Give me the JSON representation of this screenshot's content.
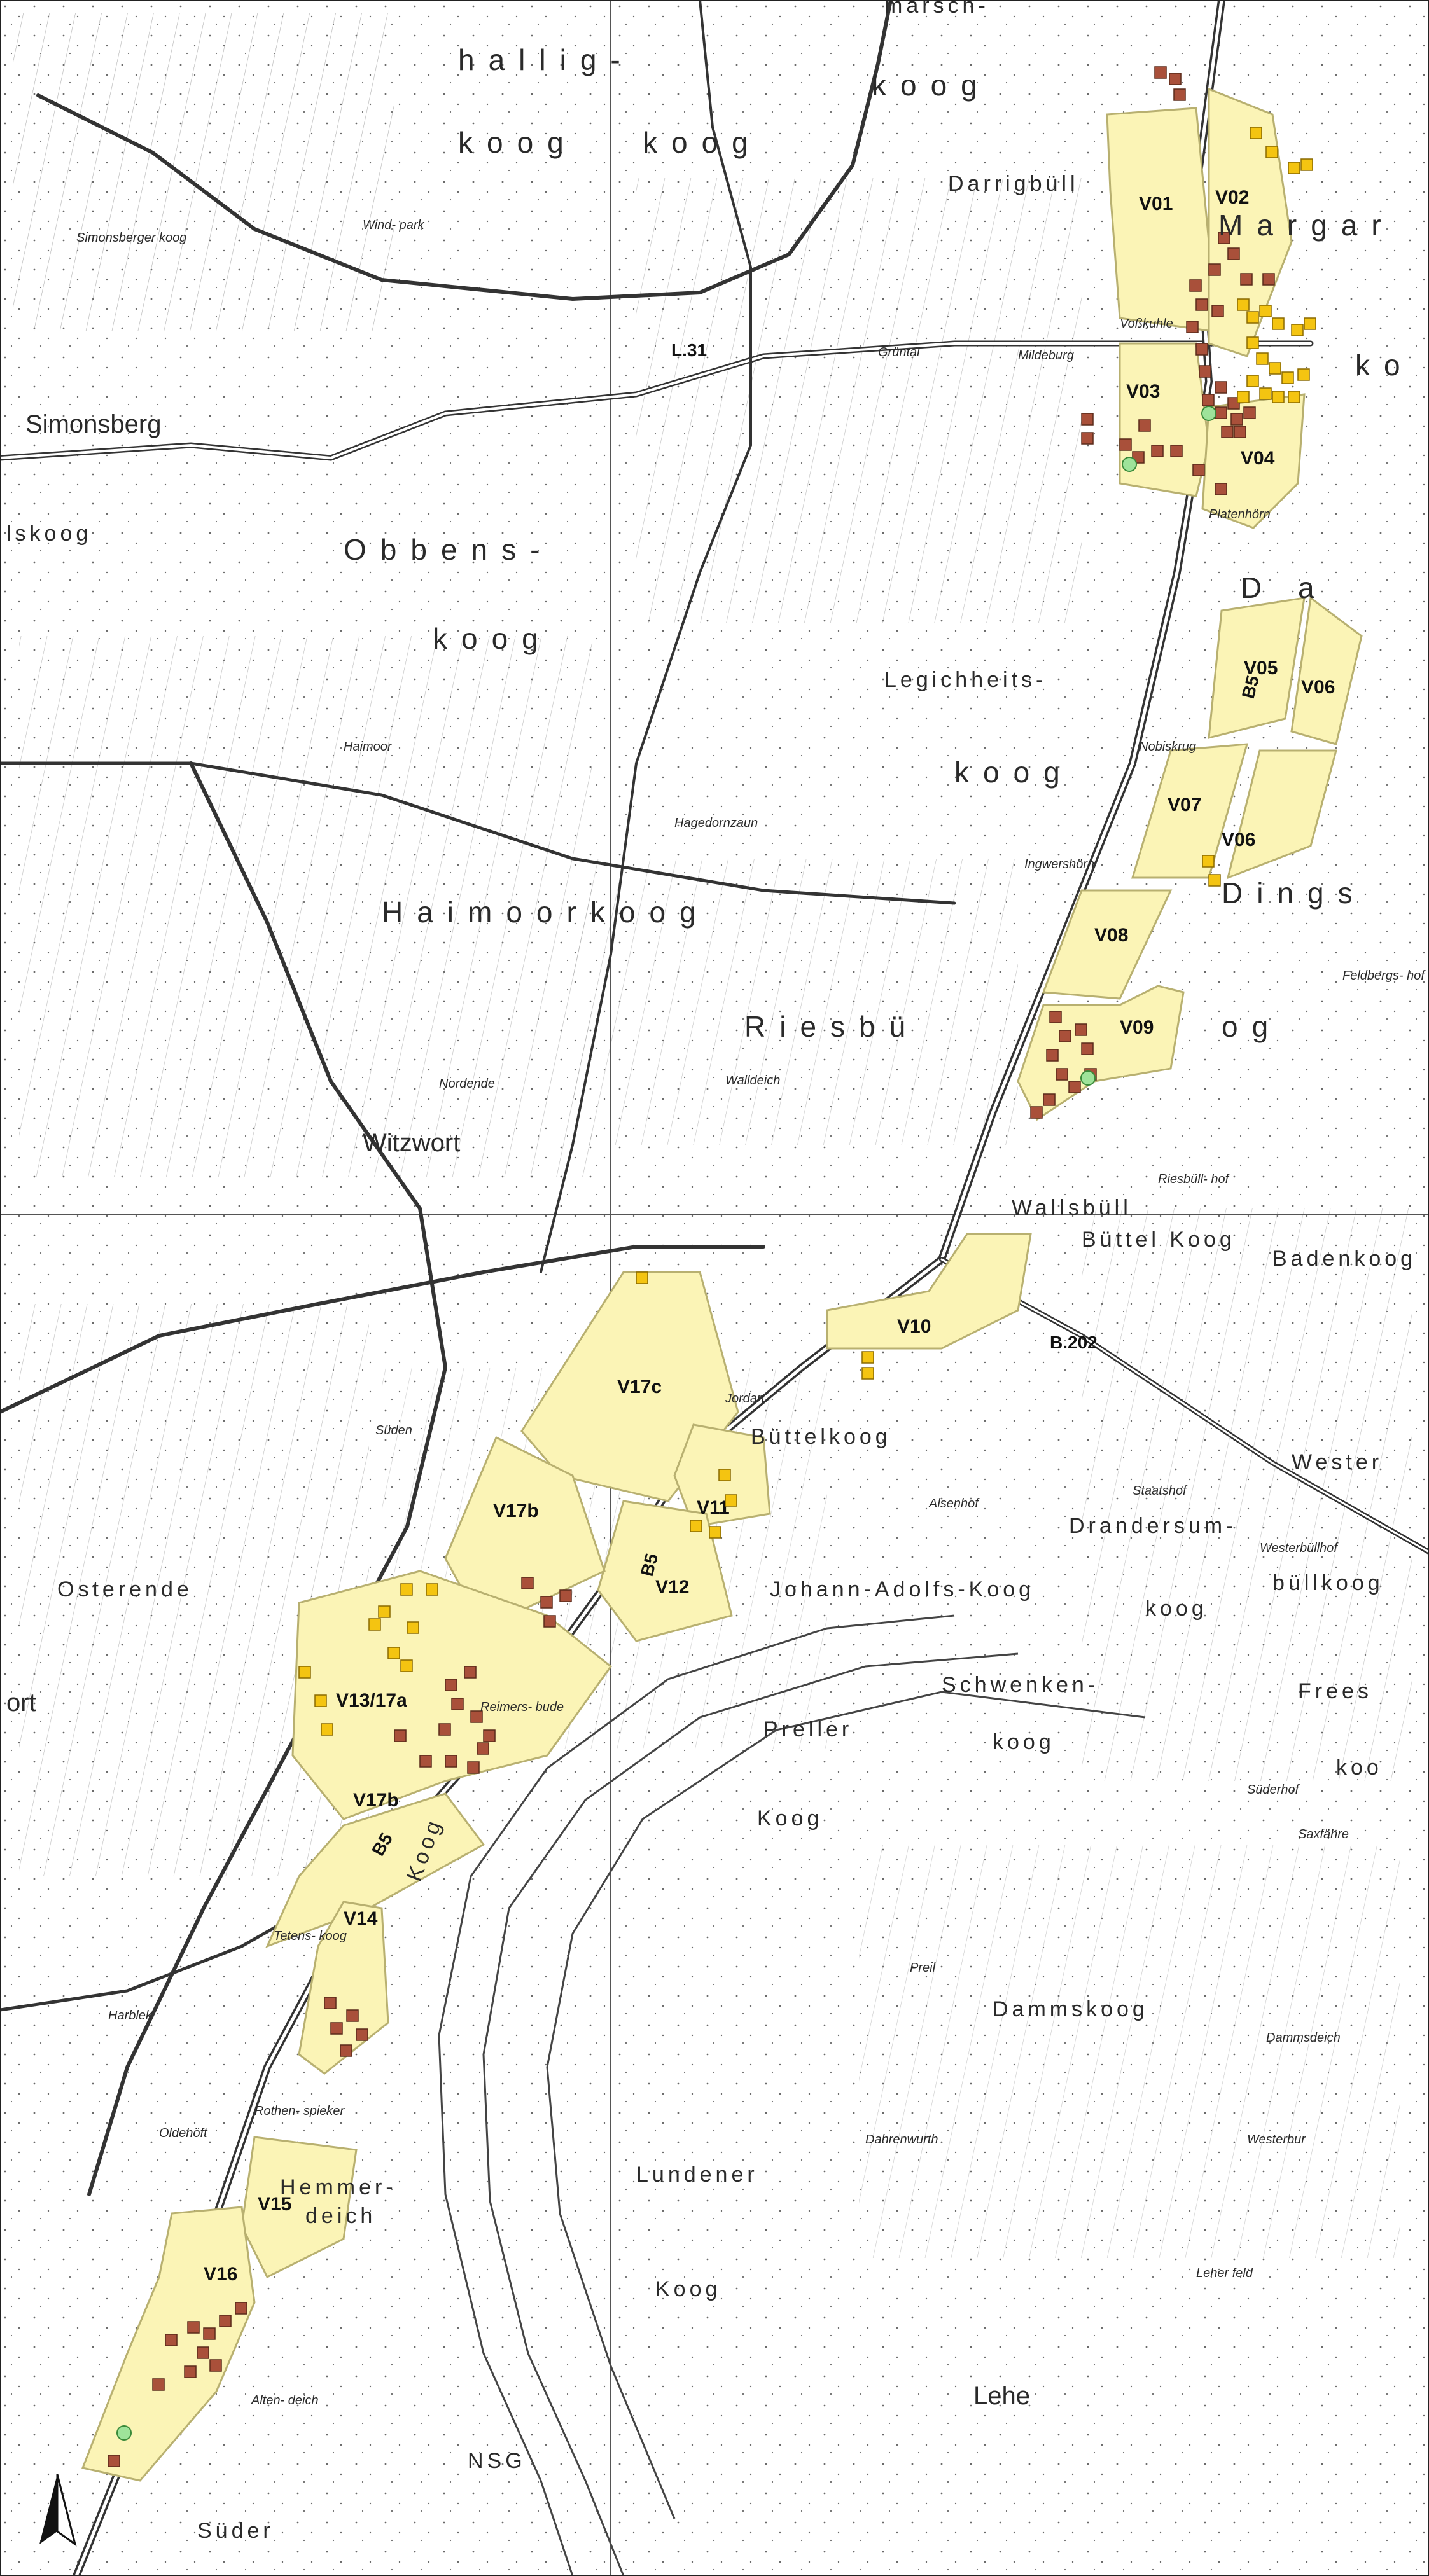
{
  "colors": {
    "paper": "#ffffff",
    "line": "#4a4a4a",
    "zone_fill": "#fbf4b6",
    "zone_stroke": "#b8b070",
    "marker_brown": "#a9503a",
    "marker_yellow": "#f4c411",
    "marker_green": "#9ee39a"
  },
  "icons": {
    "north": "north-arrow-icon"
  },
  "labels": {
    "hallig": "hallig-",
    "halligkoog": "koog",
    "koog1": "koog",
    "marsch": "marsch-",
    "koog_top": "koog",
    "darrigbuell": "Darrigbüll",
    "margar": "Margar",
    "koo": "ko",
    "simonsberg": "Simonsberg",
    "obbens": "Obbens-",
    "koog_obbens": "koog",
    "lskoog": "lskoog",
    "legitim": "Legichheits-",
    "koog_leg": "koog",
    "da": "D  a",
    "dings": "Dings",
    "og": "og",
    "haimoorkoog": "Haimoorkoog",
    "riesbuell": "Riesbü",
    "witzwort": "Witzwort",
    "buettelkoog1": "Büttel Koog",
    "badenkoog": "Badenkoog",
    "buettelkoog2": "Büttelkoog",
    "drandersum": "Drandersum-",
    "koog_dr": "koog",
    "wester": "Wester",
    "westerbuell": "büllkoog",
    "johann": "Johann-Adolfs-Koog",
    "schwenken": "Schwenken-",
    "koog_sch": "koog",
    "frees": "Frees",
    "koo2": "koo",
    "osterende": "Osterende",
    "ort": "ort",
    "preller": "Preller",
    "koog_pr": "Koog",
    "haekoog": "Koog",
    "dammskoog": "Dammskoog",
    "lundener": "Lundener",
    "koog_lu": "Koog",
    "lehe": "Lehe",
    "sued": "Süder",
    "hemmer": "Hemmer-",
    "deich": "deich",
    "nsg": "NSG",
    "s_roadmap_l31": "L.31",
    "b5": "B5",
    "b202": "B.202",
    "wallsbuell": "Wallsbüll",
    "reimersbude": "Reimers-\nbude",
    "jordan": "Jordan",
    "vosskuhle": "Voßkuhle",
    "muehlen": "Mildeburg",
    "gruental": "Grüntal",
    "platenhoern": "Platenhörn",
    "nobiskrug": "Nobiskrug",
    "ingwershoern": "Ingwershörn",
    "feldbergshof": "Feldbergs-\nhof",
    "riesbuellhof": "Riesbüll-\nhof",
    "walldeich": "Walldeich",
    "hagedornzaun": "Hagedornzaun",
    "suedendeich": "Süden",
    "tetenskoog": "Tetens-\nkoog",
    "harblek": "Harblek",
    "rothenspieker": "Rothen-\nspieker",
    "oldehoeft": "Oldehöft",
    "altendeich": "Alten-\ndeich",
    "dammsdeich": "Dammsdeich",
    "westerbur": "Westerbur",
    "lehefeld": "Leher\nfeld",
    "dahrenwurth": "Dahrenwurth",
    "preil": "Preil",
    "saxfaehre": "Saxfähre",
    "suederhof": "Süderhof",
    "alsenhof": "Alsenhof",
    "staatshof": "Staatshof",
    "westerbuellhof": "Westerbüllhof",
    "wittendun": "Nordende",
    "haimoordeich": "Haimoor",
    "simonsbergkoog": "Simonsberger koog",
    "wind": "Wind-\npark"
  },
  "zones": [
    {
      "id": "V01",
      "label": "V01"
    },
    {
      "id": "V02",
      "label": "V02"
    },
    {
      "id": "V03",
      "label": "V03"
    },
    {
      "id": "V04",
      "label": "V04"
    },
    {
      "id": "V05",
      "label": "V05"
    },
    {
      "id": "V06a",
      "label": "V06"
    },
    {
      "id": "V06b",
      "label": "V06"
    },
    {
      "id": "V07",
      "label": "V07"
    },
    {
      "id": "V08",
      "label": "V08"
    },
    {
      "id": "V09",
      "label": "V09"
    },
    {
      "id": "V10",
      "label": "V10"
    },
    {
      "id": "V11",
      "label": "V11"
    },
    {
      "id": "V12",
      "label": "V12"
    },
    {
      "id": "V13",
      "label": "V13/17a"
    },
    {
      "id": "V14",
      "label": "V14"
    },
    {
      "id": "V15",
      "label": "V15"
    },
    {
      "id": "V16",
      "label": "V16"
    },
    {
      "id": "V17b1",
      "label": "V17b"
    },
    {
      "id": "V17b2",
      "label": "V17b"
    },
    {
      "id": "V17c",
      "label": "V17c"
    }
  ]
}
